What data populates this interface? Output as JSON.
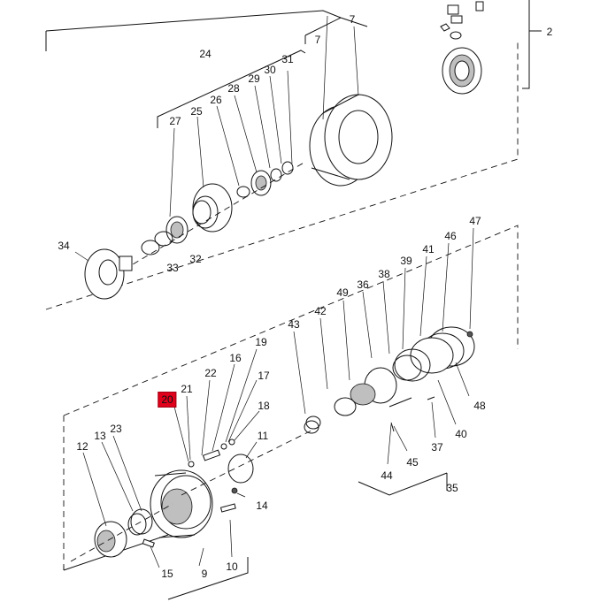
{
  "diagram": {
    "highlight_color": "#e0001b",
    "callouts": [
      {
        "id": "c2",
        "text": "2"
      },
      {
        "id": "c7a",
        "text": "7"
      },
      {
        "id": "c7b",
        "text": "7"
      },
      {
        "id": "c24",
        "text": "24"
      },
      {
        "id": "c25",
        "text": "25"
      },
      {
        "id": "c26",
        "text": "26"
      },
      {
        "id": "c27",
        "text": "27"
      },
      {
        "id": "c28",
        "text": "28"
      },
      {
        "id": "c29",
        "text": "29"
      },
      {
        "id": "c30",
        "text": "30"
      },
      {
        "id": "c31",
        "text": "31"
      },
      {
        "id": "c32",
        "text": "32"
      },
      {
        "id": "c33",
        "text": "33"
      },
      {
        "id": "c34",
        "text": "34"
      },
      {
        "id": "c36",
        "text": "36"
      },
      {
        "id": "c38",
        "text": "38"
      },
      {
        "id": "c39",
        "text": "39"
      },
      {
        "id": "c41",
        "text": "41"
      },
      {
        "id": "c42",
        "text": "42"
      },
      {
        "id": "c43",
        "text": "43"
      },
      {
        "id": "c46",
        "text": "46"
      },
      {
        "id": "c47",
        "text": "47"
      },
      {
        "id": "c48",
        "text": "48"
      },
      {
        "id": "c49",
        "text": "49"
      },
      {
        "id": "c40",
        "text": "40"
      },
      {
        "id": "c37",
        "text": "37"
      },
      {
        "id": "c35",
        "text": "35"
      },
      {
        "id": "c44",
        "text": "44"
      },
      {
        "id": "c45",
        "text": "45"
      },
      {
        "id": "c19",
        "text": "19"
      },
      {
        "id": "c16",
        "text": "16"
      },
      {
        "id": "c17",
        "text": "17"
      },
      {
        "id": "c18",
        "text": "18"
      },
      {
        "id": "c22",
        "text": "22"
      },
      {
        "id": "c21",
        "text": "21"
      },
      {
        "id": "c20",
        "text": "20",
        "highlighted": true
      },
      {
        "id": "c11",
        "text": "11"
      },
      {
        "id": "c14",
        "text": "14"
      },
      {
        "id": "c13",
        "text": "13"
      },
      {
        "id": "c23",
        "text": "23"
      },
      {
        "id": "c12",
        "text": "12"
      },
      {
        "id": "c15",
        "text": "15"
      },
      {
        "id": "c9",
        "text": "9"
      },
      {
        "id": "c10",
        "text": "10"
      }
    ]
  }
}
